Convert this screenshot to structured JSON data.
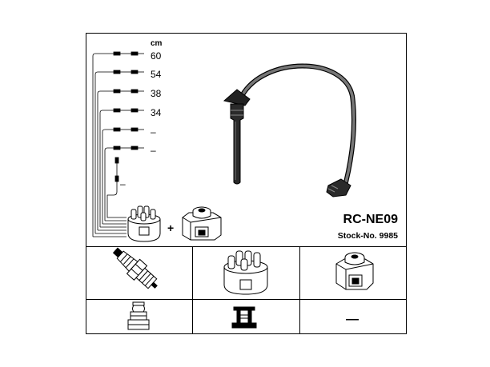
{
  "lengths": {
    "unit": "cm",
    "rows": [
      {
        "value": "60"
      },
      {
        "value": "54"
      },
      {
        "value": "38"
      },
      {
        "value": "34"
      },
      {
        "value": "–"
      },
      {
        "value": "–"
      }
    ],
    "extra_lead_label": "–"
  },
  "plus_sign": "+",
  "product": {
    "code": "RC-NE09",
    "stock_label": "Stock-No. 9985"
  },
  "bottom_grid": {
    "empty_cell_mark": "—"
  }
}
